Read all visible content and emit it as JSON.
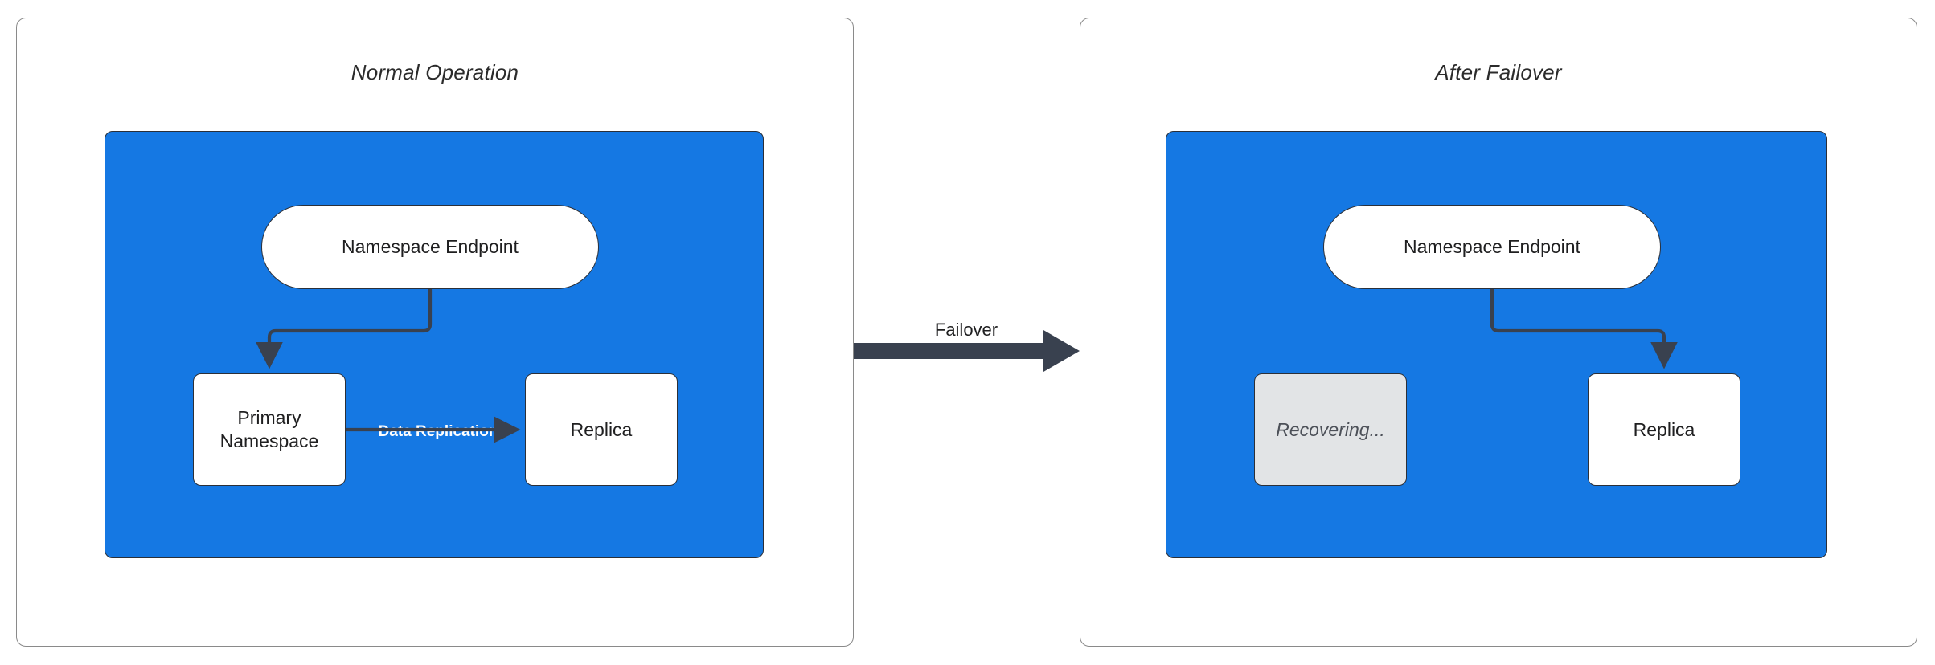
{
  "diagram": {
    "title_left": "Normal Operation",
    "title_right": "After Failover",
    "accent_blue": "#1578e3",
    "edge_dark": "#39414f",
    "node_border": "#2c3038",
    "dim_fill": "#e2e4e6"
  },
  "left_panel": {
    "title": "Normal Operation",
    "nodes": {
      "endpoint": "Namespace Endpoint",
      "primary": "Primary\nNamespace",
      "primary_line1": "Primary",
      "primary_line2": "Namespace",
      "replica": "Replica"
    },
    "edges": {
      "endpoint_to_primary": "",
      "primary_to_replica": "Data Replication"
    }
  },
  "right_panel": {
    "title": "After Failover",
    "nodes": {
      "endpoint": "Namespace Endpoint",
      "recovering": "Recovering...",
      "replica": "Replica"
    },
    "edges": {
      "endpoint_to_replica": ""
    }
  },
  "transition": {
    "label": "Failover"
  }
}
